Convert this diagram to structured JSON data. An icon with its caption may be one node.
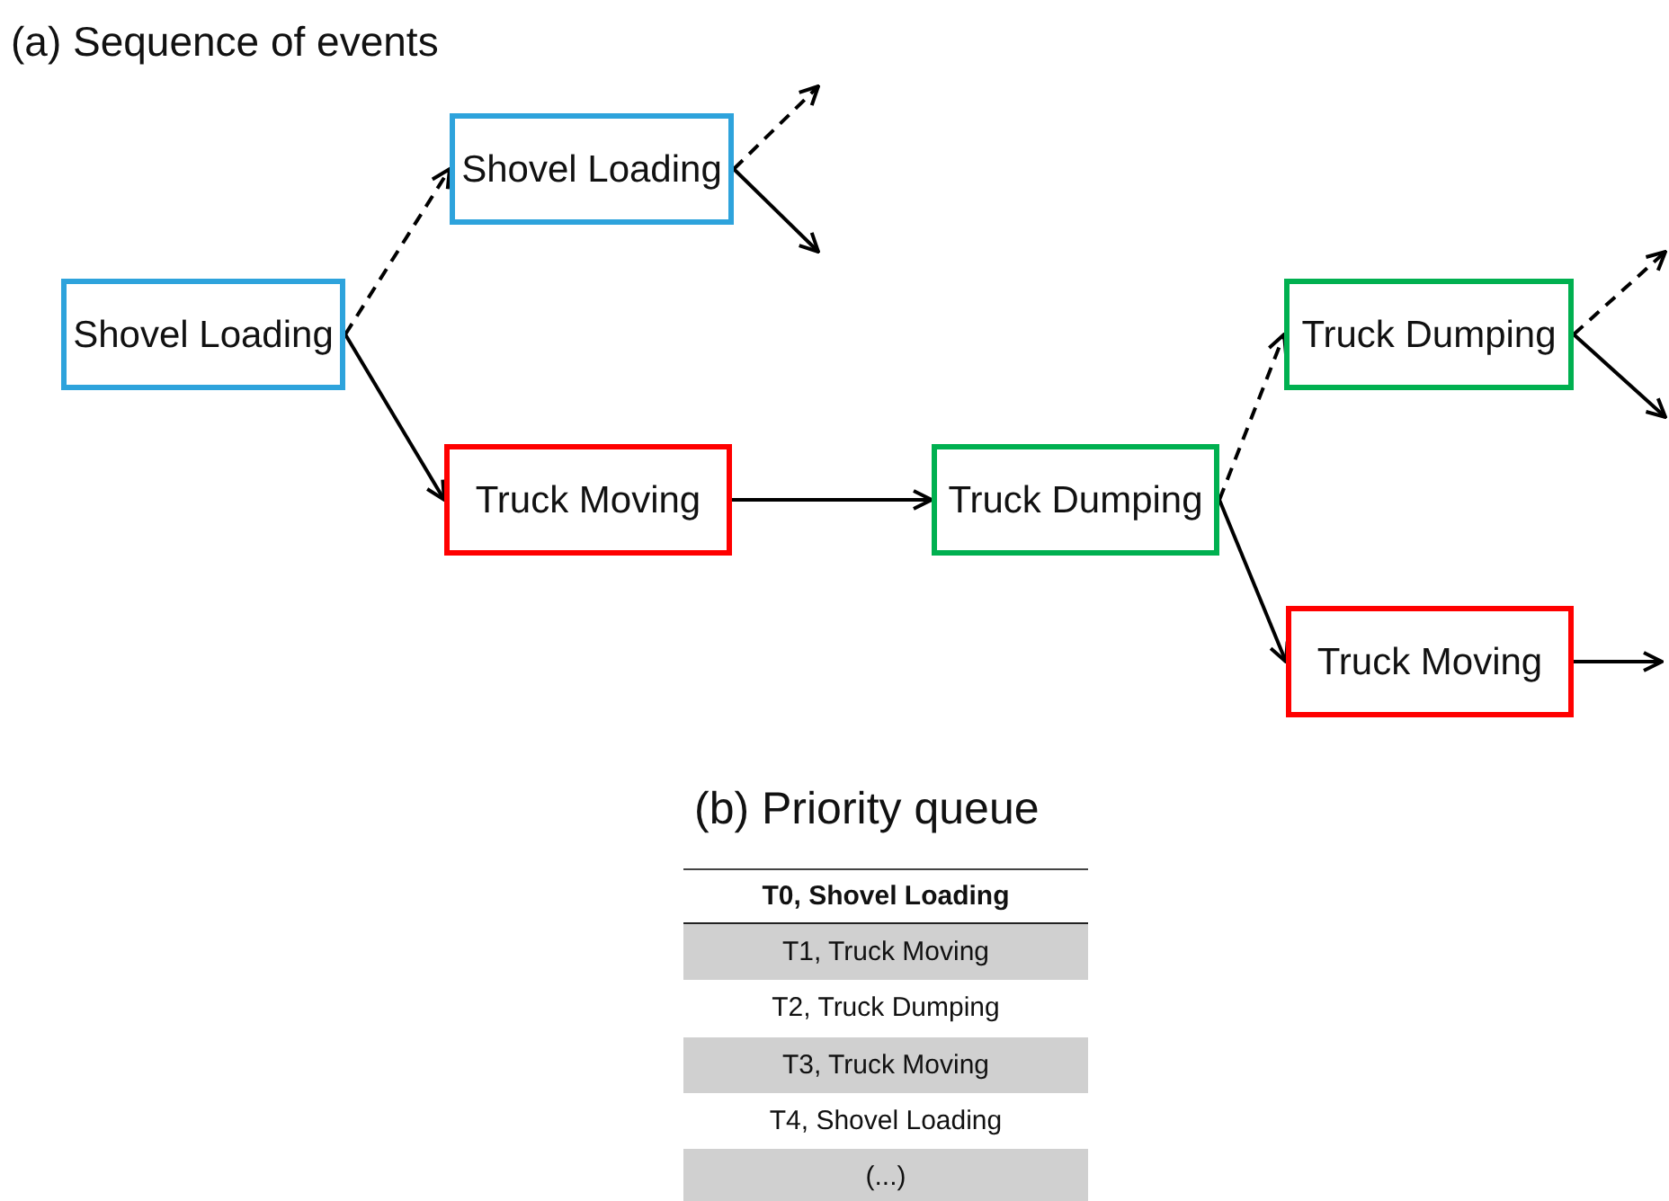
{
  "diagram": {
    "title": "(a) Sequence of events",
    "nodes": [
      {
        "text": [
          "Shovel Loading"
        ]
      },
      {
        "text": [
          "Shovel Loading"
        ]
      },
      {
        "text": [
          "Truck Moving"
        ]
      },
      {
        "text": [
          "Truck Dumping"
        ]
      },
      {
        "text": [
          "Truck Dumping"
        ]
      },
      {
        "text": [
          "Truck Moving"
        ]
      }
    ],
    "edges": [
      {
        "from": 0,
        "to": 1,
        "arrow": "to",
        "style": "dashed"
      },
      {
        "from": 0,
        "to": 2,
        "arrow": "to"
      },
      {
        "from": 1,
        "to": null,
        "arrow": "to",
        "style": "dashed"
      },
      {
        "from": 1,
        "to": null,
        "arrow": "to"
      },
      {
        "from": 2,
        "to": 3,
        "arrow": "to"
      },
      {
        "from": 3,
        "to": 4,
        "arrow": "to",
        "style": "dashed"
      },
      {
        "from": 3,
        "to": 5,
        "arrow": "to"
      },
      {
        "from": 4,
        "to": null,
        "arrow": "to",
        "style": "dashed"
      },
      {
        "from": 4,
        "to": null,
        "arrow": "to"
      },
      {
        "from": 5,
        "to": null,
        "arrow": "to"
      }
    ],
    "labels": [
      "(b) Priority queue",
      "T0, Shovel Loading",
      "T1, Truck Moving",
      "T2, Truck Dumping",
      "T3, Truck Moving",
      "T4, Shovel Loading",
      "(...)"
    ]
  }
}
